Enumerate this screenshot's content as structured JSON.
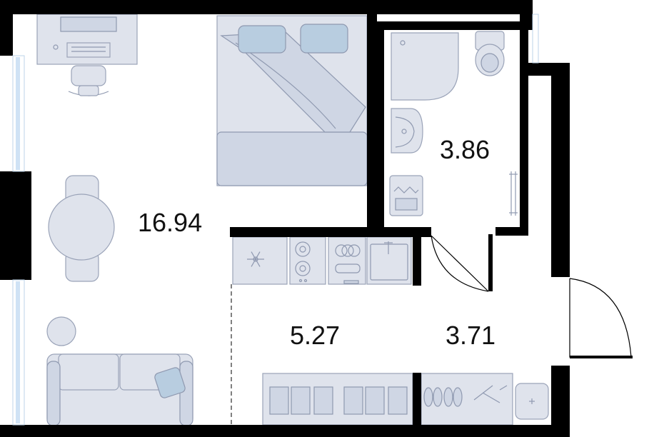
{
  "rooms": {
    "living": {
      "area": "16.94"
    },
    "bathroom": {
      "area": "3.86"
    },
    "kitchen": {
      "area": "5.27"
    },
    "hallway": {
      "area": "3.71"
    }
  },
  "colors": {
    "wall": "#000000",
    "furniture_fill": "#dfe3ec",
    "furniture_stroke": "#9aa3b8",
    "accent": "#b8cde0",
    "window_glass": "#cfe2f5"
  },
  "icons": {
    "freezer": "snowflake-icon",
    "kitchen_sink": "sink-icon",
    "hob": "cooktop-icon"
  }
}
